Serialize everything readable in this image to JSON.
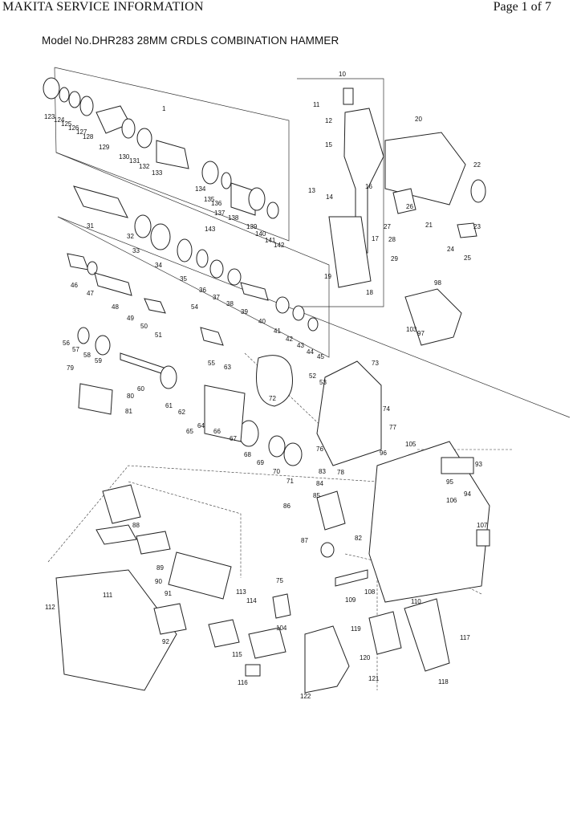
{
  "header": {
    "left": "MAKITA SERVICE INFORMATION",
    "right": "Page 1 of 7"
  },
  "model_title": "Model No.DHR283 28MM CRDLS COMBINATION HAMMER",
  "callouts": [
    "1",
    "10",
    "11",
    "12",
    "13",
    "14",
    "15",
    "16",
    "17",
    "18",
    "19",
    "20",
    "21",
    "22",
    "23",
    "24",
    "25",
    "26",
    "27",
    "28",
    "29",
    "31",
    "32",
    "33",
    "34",
    "35",
    "36",
    "37",
    "38",
    "39",
    "40",
    "41",
    "42",
    "43",
    "44",
    "45",
    "46",
    "47",
    "48",
    "49",
    "50",
    "51",
    "52",
    "53",
    "54",
    "55",
    "56",
    "57",
    "58",
    "59",
    "60",
    "61",
    "62",
    "63",
    "64",
    "65",
    "66",
    "67",
    "68",
    "69",
    "70",
    "71",
    "72",
    "73",
    "74",
    "75",
    "76",
    "77",
    "78",
    "79",
    "80",
    "81",
    "82",
    "83",
    "84",
    "85",
    "86",
    "87",
    "88",
    "89",
    "90",
    "91",
    "92",
    "93",
    "94",
    "95",
    "96",
    "97",
    "98",
    "103",
    "104",
    "105",
    "106",
    "107",
    "108",
    "109",
    "110",
    "111",
    "112",
    "113",
    "114",
    "115",
    "116",
    "117",
    "118",
    "119",
    "120",
    "121",
    "122",
    "123",
    "124",
    "125",
    "126",
    "127",
    "128",
    "129",
    "130",
    "131",
    "132",
    "133",
    "134",
    "135",
    "136",
    "137",
    "138",
    "139",
    "140",
    "141",
    "142",
    "143"
  ]
}
